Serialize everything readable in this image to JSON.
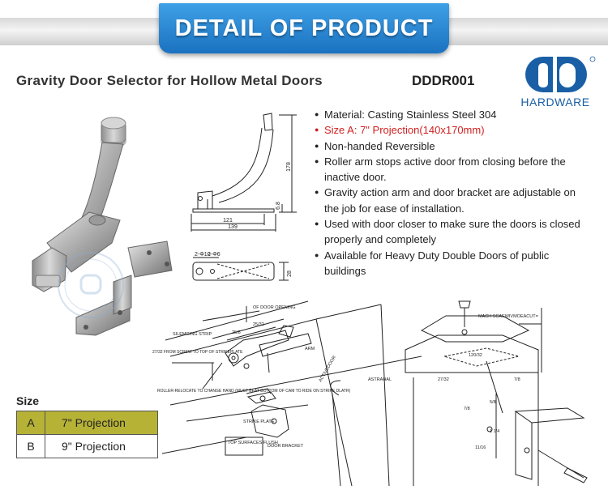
{
  "header": {
    "title": "DETAIL OF PRODUCT"
  },
  "product": {
    "title": "Gravity Door Selector for Hollow Metal Doors",
    "code": "DDDR001"
  },
  "brand": {
    "name": "HARDWARE",
    "color": "#1a5fa6"
  },
  "features": [
    "Material: Casting Stainless Steel 304",
    "Size A: 7\" Projection(140x170mm)",
    "Non-handed Reversible",
    "Roller arm  stops active door from closing before the inactive door.",
    "Gravity action arm and door bracket are adjustable on the job for ease of installation.",
    "Used with door closer to make sure the doors is closed properly and completely",
    "Available for Heavy Duty Double Doors of public buildings"
  ],
  "dimensions": {
    "width_1": "121",
    "width_2": "139",
    "height": "178",
    "base_h": "6.8",
    "hole_1": "2-Φ10",
    "hole_2": "2-Φ6",
    "depth": "28"
  },
  "install_labels": {
    "opening": "OF DOOR OPENING",
    "frac_a": "25/32",
    "frac_b": "25/8",
    "strip": "SILEMGING STRIP",
    "arm": "ARM",
    "from_screw": "27/32 FROM SCREW TO TOP OF STRIKEPLATE",
    "active_door": "ACTIVEDOOR",
    "astrahal": "ASTRAHAL",
    "roller": "ROLLER-RELOCATE TO CHANGE HAND (MUST BEAT BOTTOM OF CAM TO RIDE ON STRIKE DLATR)",
    "strike": "STRIKE PLATE",
    "top_surfaces": "TOP SURFACES FLUSH",
    "bracket": "DOOR BRACKET"
  },
  "bracket_labels": {
    "mach": "MACH SCAEWIVMOEACUT=",
    "d1": "120/32",
    "d2": "27/32",
    "d3": "7/8",
    "d4": "5/8",
    "d5": "1 1/4",
    "d6": "11/16",
    "d7": "7/8"
  },
  "size": {
    "label": "Size",
    "rows": [
      {
        "key": "A",
        "value": "7\" Projection",
        "selected": true
      },
      {
        "key": "B",
        "value": "9\" Projection",
        "selected": false
      }
    ],
    "highlight": "#b6b236"
  }
}
